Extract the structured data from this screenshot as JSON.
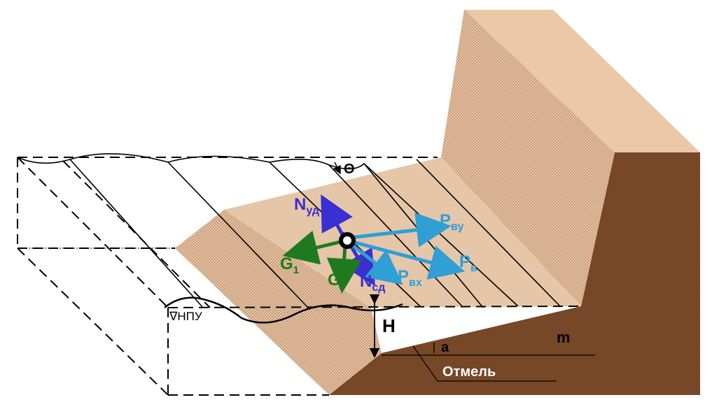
{
  "labels": {
    "theta": "Θ",
    "n_ud": "N",
    "n_ud_sub": "уд",
    "p_vy": "P",
    "p_vy_sub": "ву",
    "g1": "G",
    "g1_sub": "1",
    "g": "G",
    "n_sd": "N",
    "n_sd_sub": "сд",
    "p_vx": "P",
    "p_vx_sub": "вх",
    "p_v": "P",
    "p_v_sub": "в",
    "npu": "∇НПУ",
    "h": "H",
    "a": "a",
    "m": "m",
    "otmel": "Отмель"
  },
  "colors": {
    "slope_light": "#e8c9ad",
    "slope_mid": "#e0bb9b",
    "wall_light": "#eac8a8",
    "soil_dark": "#7a4a28",
    "force_n": "#3a2fd0",
    "force_g": "#1f7a1f",
    "force_p": "#2f9fd6",
    "line": "#000000"
  }
}
